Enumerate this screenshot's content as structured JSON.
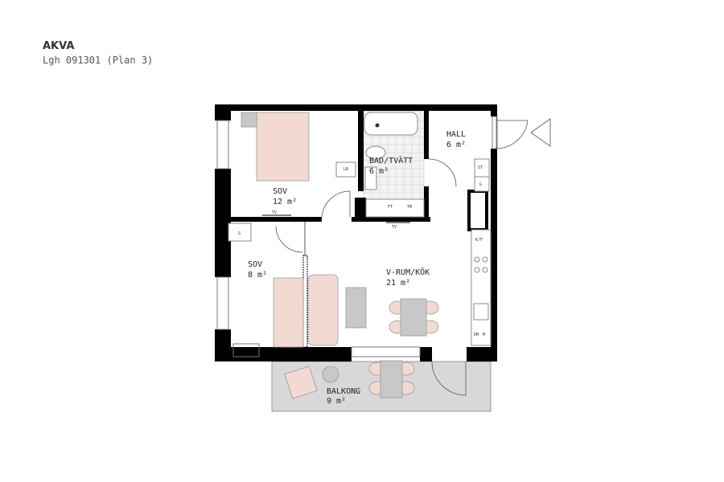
{
  "header": {
    "project": "AKVA",
    "apartment": "Lgh 091301 (Plan 3)"
  },
  "rooms": [
    {
      "name": "SOV",
      "area": "12 m²"
    },
    {
      "name": "BAD/TVÄTT",
      "area": "6 m²"
    },
    {
      "name": "HALL",
      "area": "6 m²"
    },
    {
      "name": "SOV",
      "area": "8 m²"
    },
    {
      "name": "V-RUM/KÖK",
      "area": "21 m²"
    },
    {
      "name": "BALKONG",
      "area": "9 m²"
    }
  ],
  "fixtures": {
    "lb": "LB",
    "st": "ST",
    "g": "G",
    "kf": "K/F",
    "dm": "DM",
    "m": "M",
    "ft": "FT",
    "tm": "TM",
    "tv": "TV"
  },
  "colors": {
    "wall": "#000000",
    "furniture": "#f2d9d2",
    "furniture_gray": "#c8c8c8",
    "balcony": "#d8d8d8"
  }
}
